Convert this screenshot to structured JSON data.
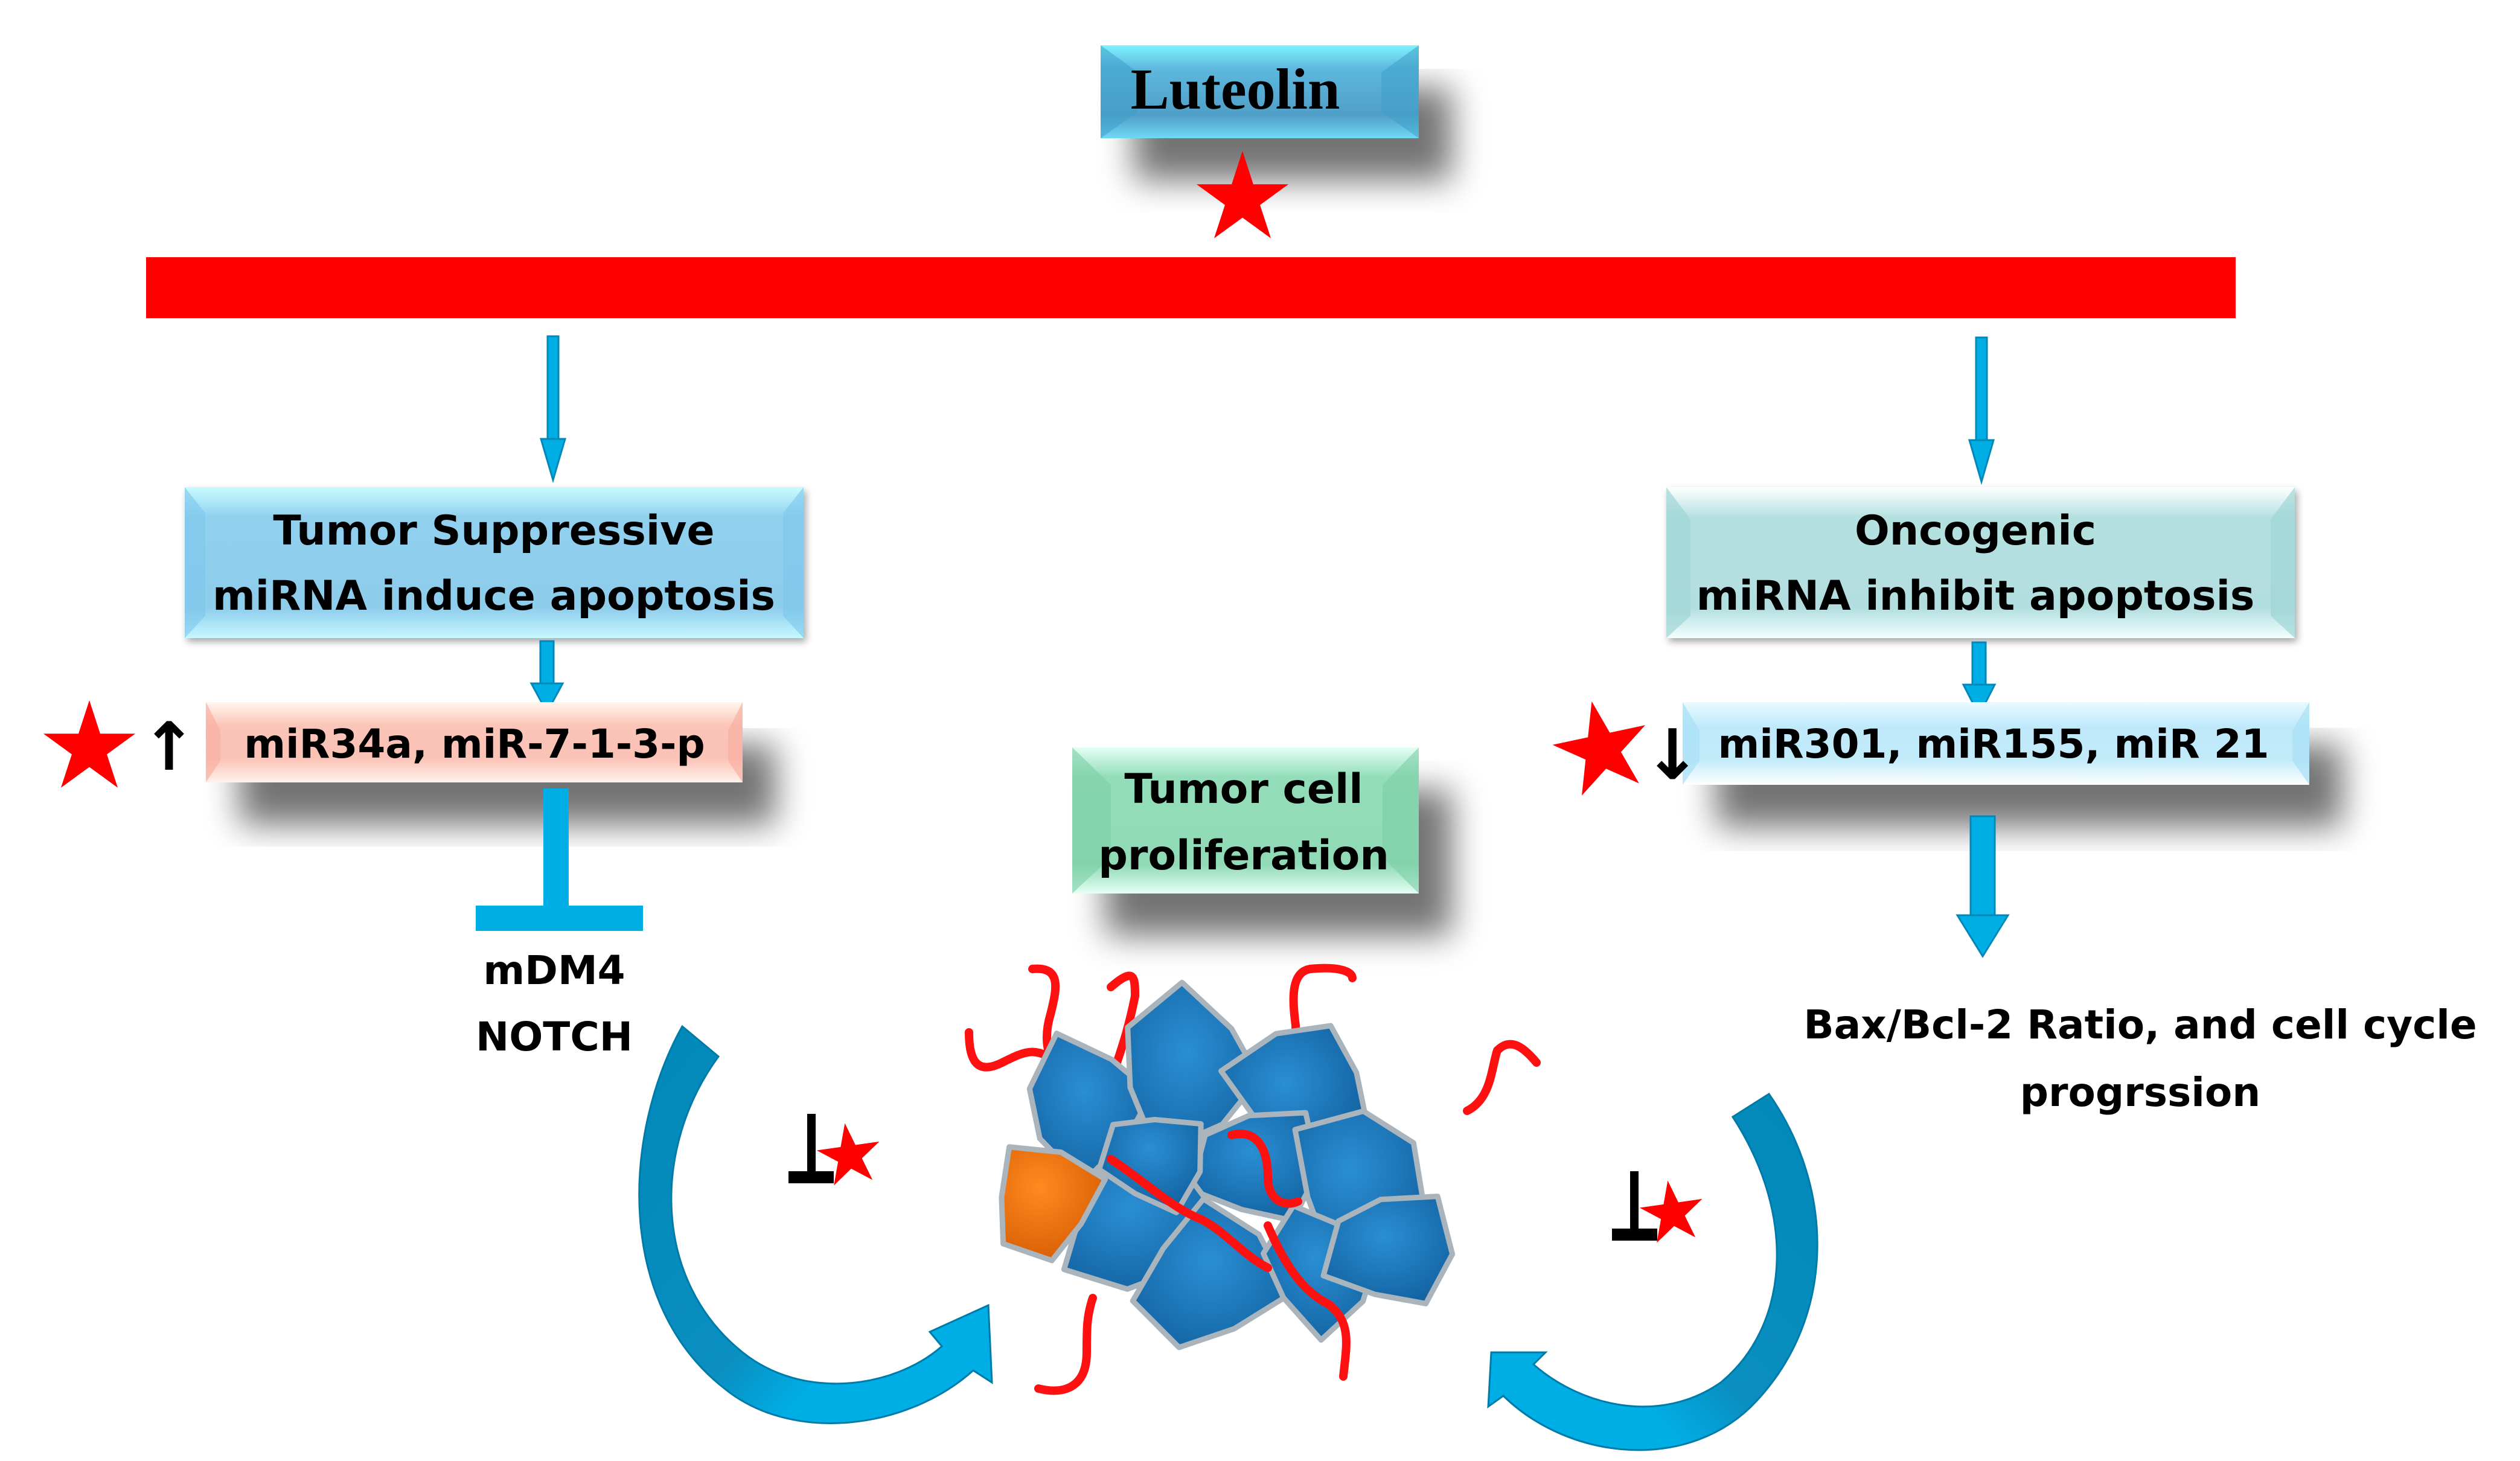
{
  "title_box": {
    "label": "Luteolin",
    "color": "#4FB3DA"
  },
  "colors": {
    "inhibition_bar": "#FF0000",
    "arrow": "#00AEE6",
    "arrow_dark": "#0088B8",
    "star": "#FF0000",
    "cell_blue": "#1A7CC0",
    "cell_orange": "#F07010",
    "filament": "#FF1010"
  },
  "left_branch": {
    "category_box": {
      "line1": "Tumor Suppressive",
      "line2": "miRNA induce apoptosis",
      "color": "#8FD0EE"
    },
    "mirna_box": {
      "label": "miR34a, miR-7-1-3-p",
      "color": "#FBC2B6"
    },
    "regulation": {
      "direction": "up",
      "glyph": "↑",
      "luteolin_effect_marker": "star"
    },
    "targets": {
      "line1": "mDM4",
      "line2": "NOTCH",
      "relation": "inhibits"
    }
  },
  "right_branch": {
    "category_box": {
      "line1": "Oncogenic",
      "line2": "miRNA inhibit apoptosis",
      "color": "#B5E0E0"
    },
    "mirna_box": {
      "label": "miR301, miR155, miR 21",
      "color": "#BFE9FA"
    },
    "regulation": {
      "direction": "down",
      "glyph": "↓",
      "luteolin_effect_marker": "star"
    },
    "outcome": {
      "line1": "Bax/Bcl-2 Ratio, and cell cycle",
      "line2": "progrssion"
    }
  },
  "center": {
    "outcome_box": {
      "line1": "Tumor cell",
      "line2": "proliferation",
      "color": "#92DDB8"
    },
    "left_inhibition_marker": {
      "glyph": "⊥",
      "marker": "star"
    },
    "right_inhibition_marker": {
      "glyph": "⊥",
      "marker": "star"
    }
  }
}
